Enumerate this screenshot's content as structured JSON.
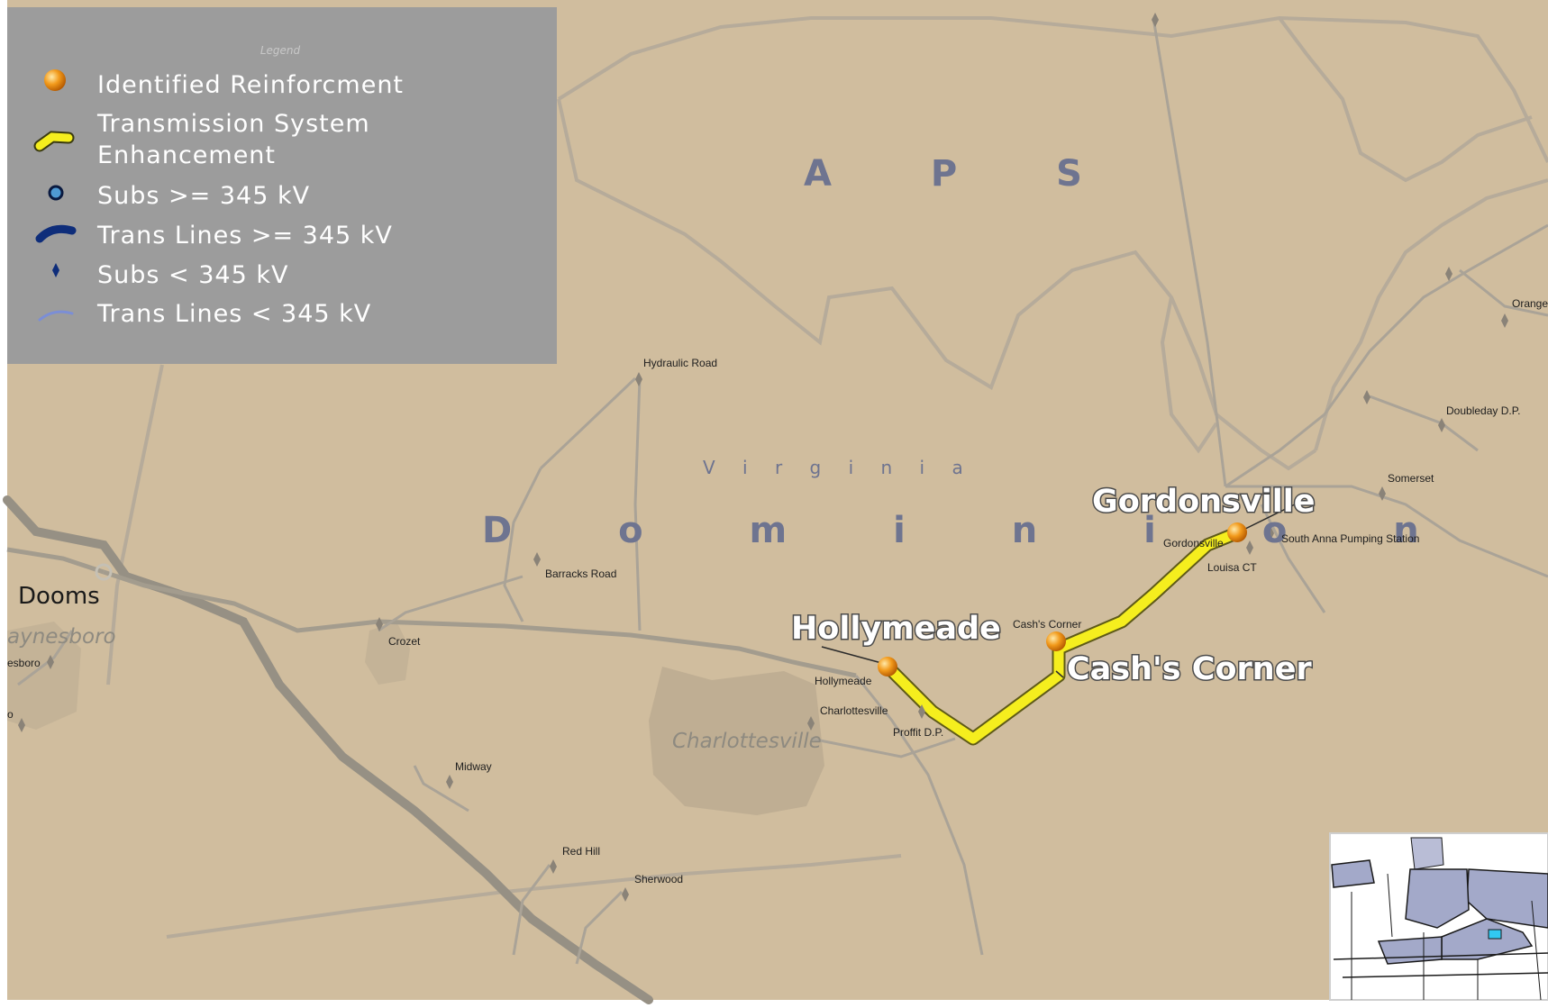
{
  "colors": {
    "land": "#d0bd9e",
    "legend_bg": "#9c9c9c",
    "state_border": "#b6ab9a",
    "trans_line_345": "#999387",
    "enhancement": "#f5ee1e",
    "reinforcement": "#f29a1b",
    "region_label": "#6e7490"
  },
  "legend": {
    "title": "Legend",
    "items": [
      {
        "label": "Identified Reinforcment",
        "icon": "orange-sphere-icon"
      },
      {
        "label": "Transmission System",
        "label2": "Enhancement",
        "icon": "yellow-line-icon"
      },
      {
        "label": "Subs >= 345 kV",
        "icon": "blue-circle-icon"
      },
      {
        "label": "Trans Lines >= 345 kV",
        "icon": "dark-blue-line-icon"
      },
      {
        "label": "Subs < 345 kV",
        "icon": "diamond-icon"
      },
      {
        "label": "Trans Lines < 345 kV",
        "icon": "light-blue-line-icon"
      }
    ]
  },
  "regions": {
    "aps": "A P S",
    "virginia": "V i r g i n i a",
    "dominion": "D o m i n i o n"
  },
  "callouts": {
    "gordonsville": "Gordonsville",
    "hollymeade": "Hollymeade",
    "cashs_corner": "Cash's Corner"
  },
  "cities": {
    "dooms": "Dooms",
    "waynesboro": "aynesboro",
    "waynesboro_small": "esboro",
    "charlottesville": "Charlottesville",
    "edge_o": "o"
  },
  "substations": {
    "hydraulic_road": "Hydraulic Road",
    "barracks_road": "Barracks Road",
    "crozet": "Crozet",
    "midway": "Midway",
    "red_hill": "Red Hill",
    "sherwood": "Sherwood",
    "hollymeade": "Hollymeade",
    "charlottesville": "Charlottesville",
    "proffit": "Proffit D.P.",
    "cashs_corner": "Cash's Corner",
    "gordonsville": "Gordonsville",
    "louisa_ct": "Louisa CT",
    "south_anna": "South Anna Pumping Station",
    "somerset": "Somerset",
    "doubleday": "Doubleday D.P.",
    "orange": "Orange"
  }
}
